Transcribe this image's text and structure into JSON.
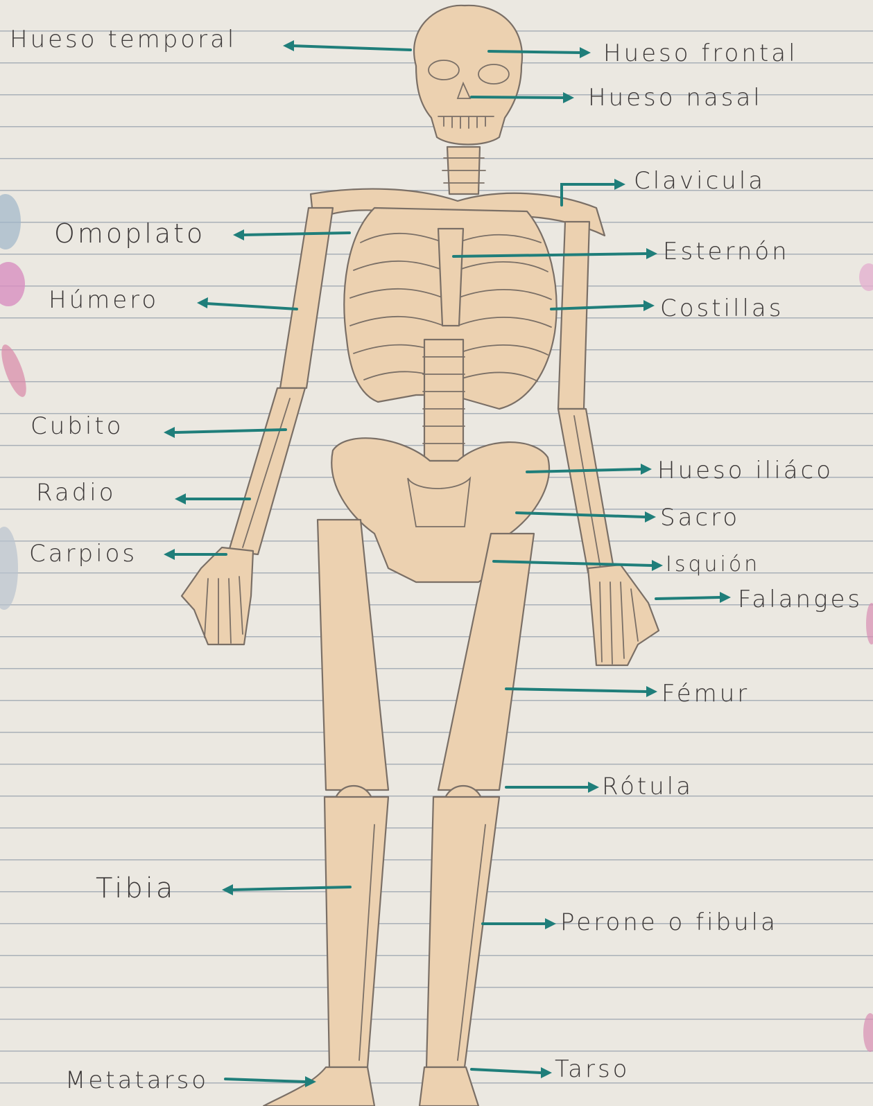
{
  "labels": {
    "hueso_temporal": "Hueso temporal",
    "hueso_frontal": "Hueso frontal",
    "hueso_nasal": "Hueso nasal",
    "clavicula": "Clavicula",
    "omoplato": "Omoplato",
    "esternon": "Esternón",
    "humero": "Húmero",
    "costillas": "Costillas",
    "cubito": "Cubito",
    "hueso_iliaco": "Hueso iliáco",
    "radio": "Radio",
    "sacro": "Sacro",
    "carpios": "Carpios",
    "isquion": "Isquión",
    "falanges": "Falanges",
    "femur": "Fémur",
    "rotula": "Rótula",
    "tibia": "Tibia",
    "perone": "Perone o fibula",
    "metatarso": "Metatarso",
    "tarso": "Tarso"
  },
  "colors": {
    "arrow": "#1f7e7a",
    "bone_fill": "#ecd1b0",
    "pencil": "#7a6f66",
    "paper": "#ebe8e1",
    "ruled_line": "#a9b0b8"
  }
}
